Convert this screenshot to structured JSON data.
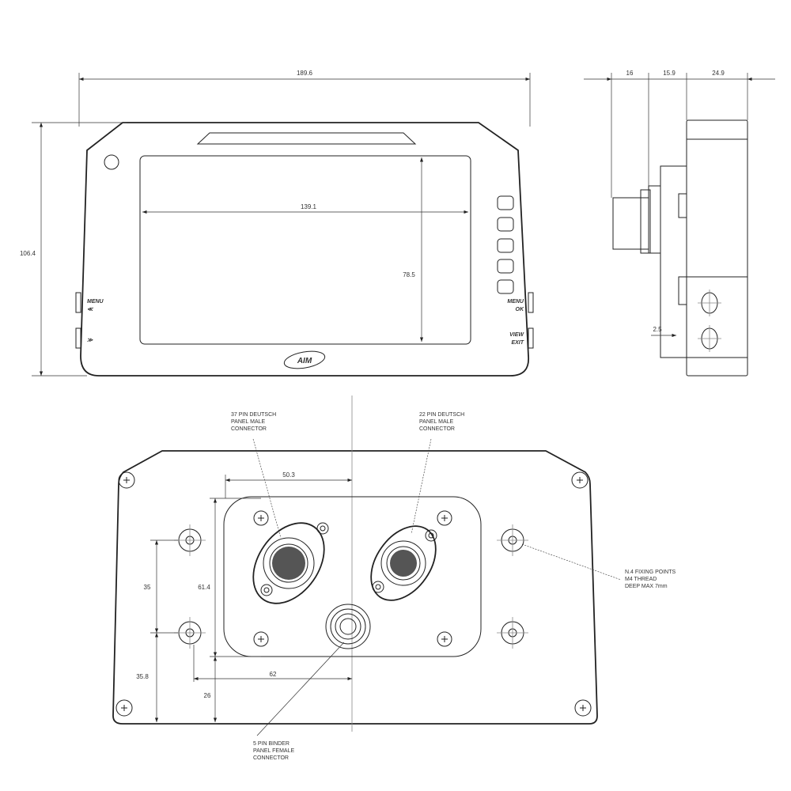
{
  "front_view": {
    "width_dim": "189.6",
    "height_dim": "106.4",
    "screen_width_dim": "139.1",
    "screen_height_dim": "78.5",
    "left_buttons": [
      "MENU",
      "≪",
      "≫"
    ],
    "right_buttons": [
      "MENU",
      "OK",
      "VIEW",
      "EXIT"
    ],
    "logo": "AIM"
  },
  "side_view": {
    "depth_dims": [
      "16",
      "15.9",
      "24.9"
    ],
    "offset_dim": "2.5"
  },
  "back_view": {
    "dims": {
      "connector_offset": "50.3",
      "plate_height": "61.4",
      "hole_spacing": "35",
      "hole_height": "35.8",
      "hole_center_offset": "62",
      "plate_bottom": "26"
    },
    "callouts": {
      "pin37": [
        "37 PIN DEUTSCH",
        "PANEL MALE",
        "CONNECTOR"
      ],
      "pin22": [
        "22 PIN DEUTSCH",
        "PANEL MALE",
        "CONNECTOR"
      ],
      "fixing": [
        "N.4 FIXING POINTS",
        "M4 THREAD",
        "DEEP MAX 7mm"
      ],
      "pin5": [
        "5 PIN BINDER",
        "PANEL FEMALE",
        "CONNECTOR"
      ]
    }
  }
}
